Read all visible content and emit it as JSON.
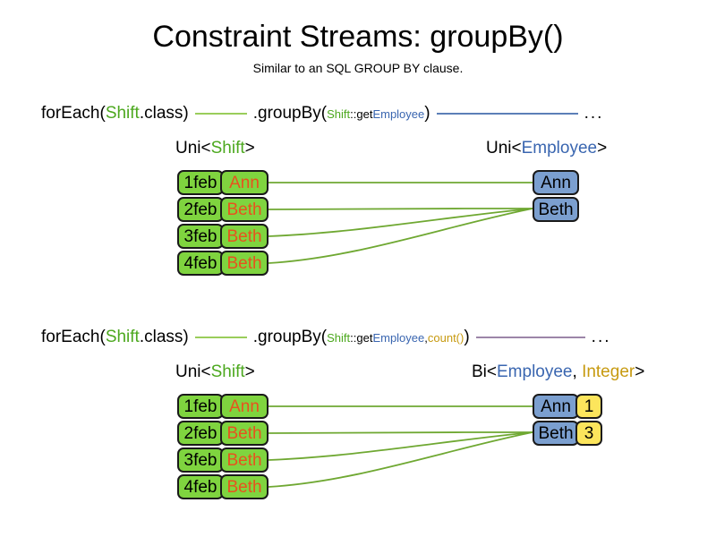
{
  "slide": {
    "title": "Constraint Streams: groupBy()",
    "subtitle": "Similar to an SQL GROUP BY clause."
  },
  "colors": {
    "shift_green": "#4CA81E",
    "employee_blue": "#3A66B0",
    "count_gold": "#C79A10",
    "shift_box_fill": "#7FD43F",
    "shift_name_text": "#E8521E",
    "employee_box_fill": "#7B9FCF",
    "count_box_fill": "#FCE55C",
    "link_green": "#6FA832",
    "connector_green": "#9ACD5B",
    "connector_blue": "#5C7FB8",
    "connector_purple": "#9C85A8"
  },
  "sections": [
    {
      "id": "section-groupby",
      "code": {
        "for_each_prefix": "forEach(",
        "for_each_type": "Shift",
        "for_each_suffix": ".class)",
        "group_by_prefix": ".groupBy(",
        "arg_class": "Shift",
        "arg_method": "::get",
        "arg_property": "Employee",
        "group_by_suffix": ")",
        "ellipsis": "...",
        "connector_in": "green",
        "connector_out": "blue"
      },
      "left_label": {
        "prefix": "Uni<",
        "type": "Shift",
        "suffix": ">"
      },
      "right_label": {
        "prefix": "Uni<",
        "type": "Employee",
        "suffix": ">"
      },
      "shifts": [
        {
          "date": "1feb",
          "employee": "Ann"
        },
        {
          "date": "2feb",
          "employee": "Beth"
        },
        {
          "date": "3feb",
          "employee": "Beth"
        },
        {
          "date": "4feb",
          "employee": "Beth"
        }
      ],
      "groups": [
        {
          "employee": "Ann",
          "count": null
        },
        {
          "employee": "Beth",
          "count": null
        }
      ],
      "links": [
        {
          "from": 0,
          "to": 0
        },
        {
          "from": 1,
          "to": 1
        },
        {
          "from": 2,
          "to": 1
        },
        {
          "from": 3,
          "to": 1
        }
      ]
    },
    {
      "id": "section-groupby-count",
      "code": {
        "for_each_prefix": "forEach(",
        "for_each_type": "Shift",
        "for_each_suffix": ".class)",
        "group_by_prefix": ".groupBy(",
        "arg_class": "Shift",
        "arg_method": "::get",
        "arg_property": "Employee",
        "arg_separator": ", ",
        "arg_collector": "count()",
        "group_by_suffix": ")",
        "ellipsis": "...",
        "connector_in": "green",
        "connector_out": "purple"
      },
      "left_label": {
        "prefix": "Uni<",
        "type": "Shift",
        "suffix": ">"
      },
      "right_label": {
        "prefix": "Bi<",
        "type": "Employee",
        "separator": ", ",
        "type2": "Integer",
        "suffix": ">"
      },
      "shifts": [
        {
          "date": "1feb",
          "employee": "Ann"
        },
        {
          "date": "2feb",
          "employee": "Beth"
        },
        {
          "date": "3feb",
          "employee": "Beth"
        },
        {
          "date": "4feb",
          "employee": "Beth"
        }
      ],
      "groups": [
        {
          "employee": "Ann",
          "count": "1"
        },
        {
          "employee": "Beth",
          "count": "3"
        }
      ],
      "links": [
        {
          "from": 0,
          "to": 0
        },
        {
          "from": 1,
          "to": 1
        },
        {
          "from": 2,
          "to": 1
        },
        {
          "from": 3,
          "to": 1
        }
      ]
    }
  ]
}
